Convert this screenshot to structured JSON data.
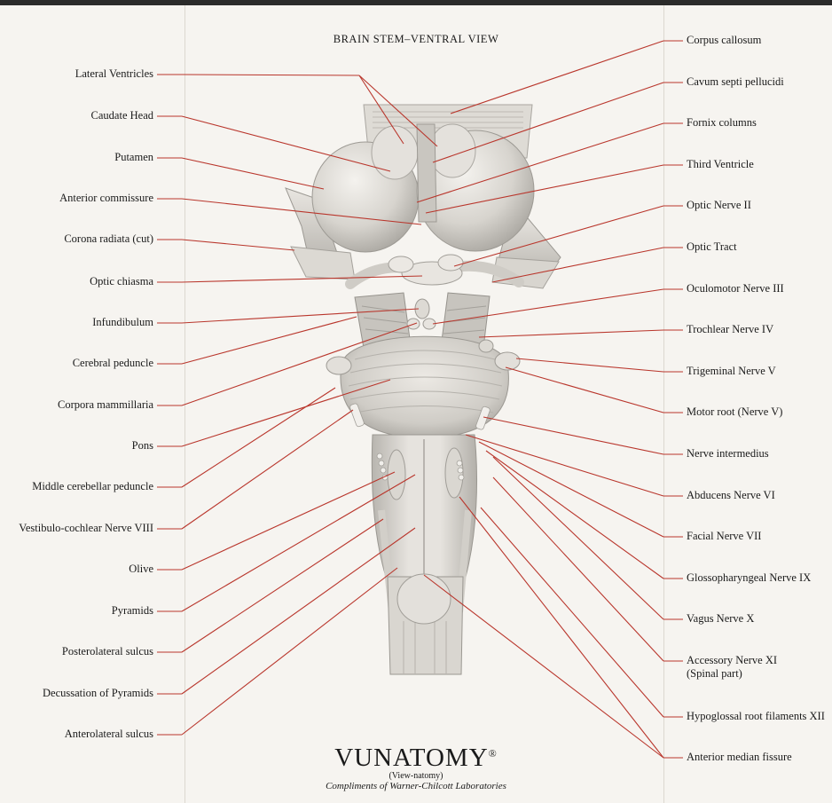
{
  "title": "BRAIN STEM–VENTRAL VIEW",
  "colors": {
    "leader": "#b9362c",
    "paper": "#f6f4f0",
    "specimen": "#d6d3cd"
  },
  "labels_left": [
    "Lateral Ventricles",
    "Caudate Head",
    "Putamen",
    "Anterior commissure",
    "Corona radiata (cut)",
    "Optic chiasma",
    "Infundibulum",
    "Cerebral peduncle",
    "Corpora mammillaria",
    "Pons",
    "Middle cerebellar peduncle",
    "Vestibulo-cochlear Nerve VIII",
    "Olive",
    "Pyramids",
    "Posterolateral sulcus",
    "Decussation of Pyramids",
    "Anterolateral sulcus"
  ],
  "labels_right": [
    "Corpus callosum",
    "Cavum septi pellucidi",
    "Fornix columns",
    "Third Ventricle",
    "Optic Nerve II",
    "Optic Tract",
    "Oculomotor Nerve III",
    "Trochlear Nerve IV",
    "Trigeminal Nerve V",
    "Motor root (Nerve V)",
    "Nerve intermedius",
    "Abducens Nerve VI",
    "Facial Nerve VII",
    "Glossopharyngeal Nerve IX",
    "Vagus Nerve X",
    "Accessory Nerve XI",
    "Hypoglossal root filaments XII",
    "Anterior median fissure"
  ],
  "accessory_subnote": "(Spinal part)",
  "brand": {
    "name": "VUNATOMY",
    "mark": "®",
    "pronunciation": "(View-natomy)",
    "credit": "Compliments of Warner-Chilcott Laboratories"
  }
}
